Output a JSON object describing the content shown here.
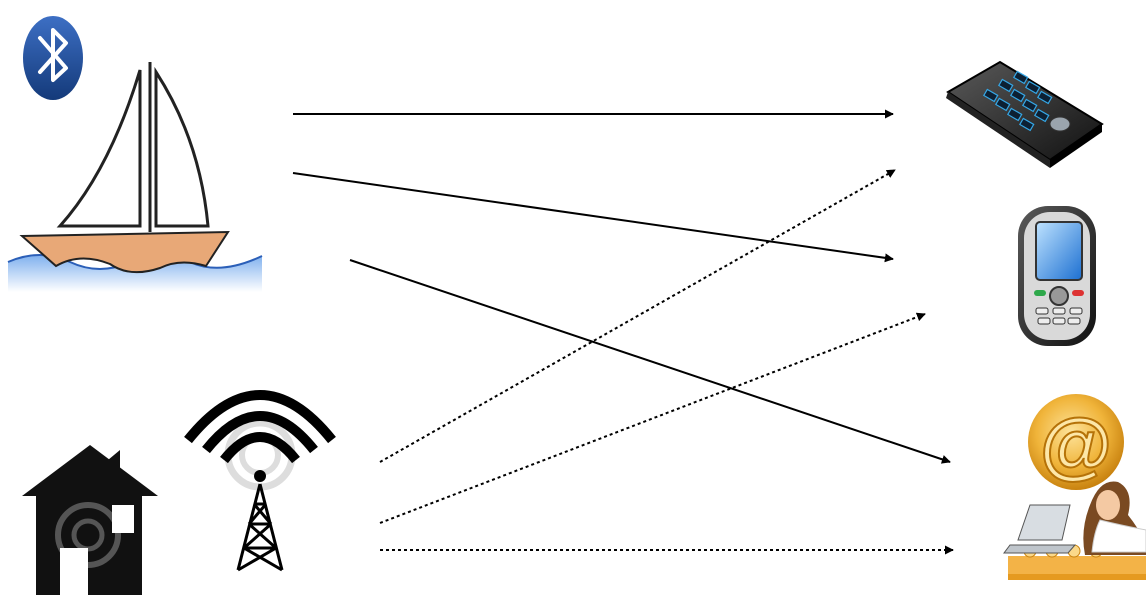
{
  "diagram": {
    "sources": [
      {
        "id": "sailboat",
        "icon": "sailboat-icon"
      },
      {
        "id": "bluetooth",
        "icon": "bluetooth-icon"
      },
      {
        "id": "house",
        "icon": "house-icon"
      },
      {
        "id": "radio-tower",
        "icon": "radio-tower-icon"
      }
    ],
    "targets": [
      {
        "id": "pda",
        "icon": "pda-device-icon"
      },
      {
        "id": "mobile-phone",
        "icon": "mobile-phone-icon"
      },
      {
        "id": "email-user",
        "icon": "email-at-icon"
      }
    ],
    "connections": [
      {
        "from": "sailboat",
        "to": "pda",
        "style": "solid"
      },
      {
        "from": "sailboat",
        "to": "mobile-phone",
        "style": "solid"
      },
      {
        "from": "sailboat",
        "to": "email-user",
        "style": "solid"
      },
      {
        "from": "radio-tower",
        "to": "pda",
        "style": "dotted"
      },
      {
        "from": "radio-tower",
        "to": "mobile-phone",
        "style": "dotted"
      },
      {
        "from": "radio-tower",
        "to": "email-user",
        "style": "dotted"
      }
    ],
    "colors": {
      "arrow": "#000000",
      "bluetooth": "#1f4e9c",
      "boat_hull": "#e8a877",
      "water": "#4f86d6",
      "at_sign": "#e7a31b"
    }
  }
}
